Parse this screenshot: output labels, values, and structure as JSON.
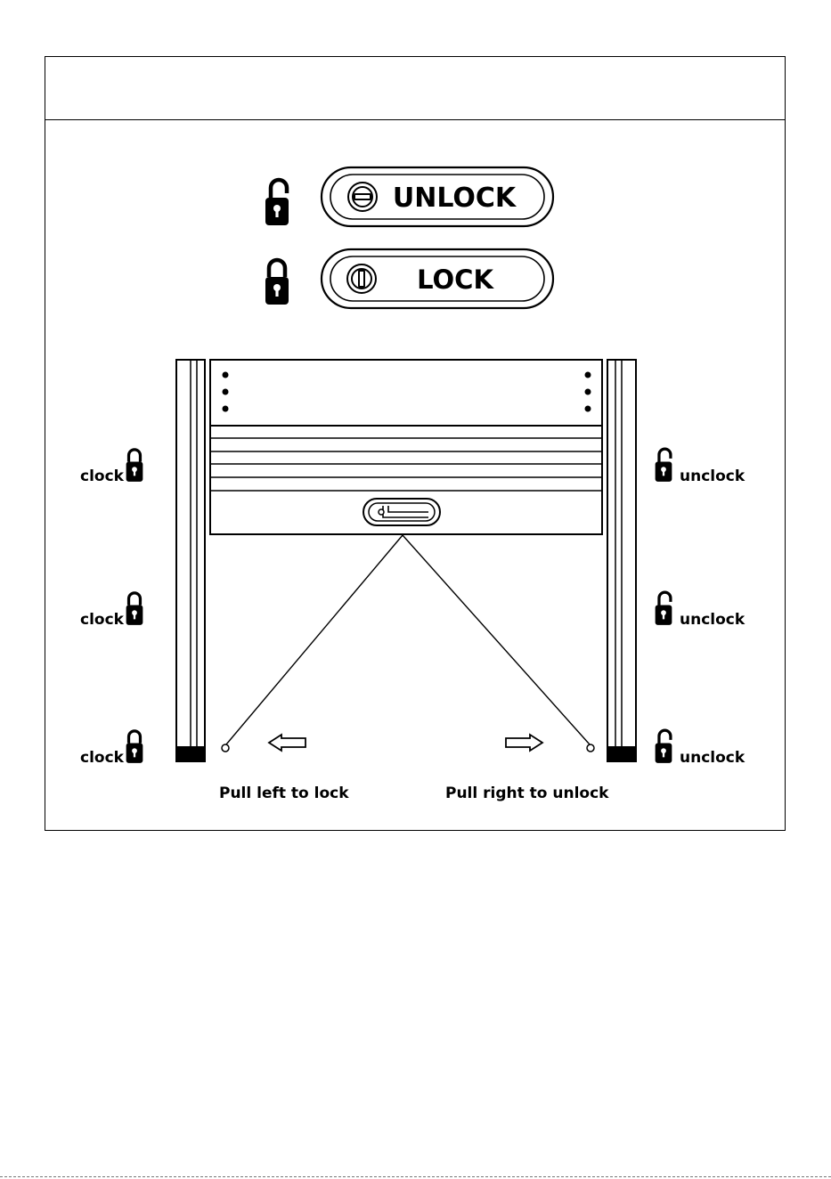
{
  "buttons": {
    "unlock_label": "UNLOCK",
    "lock_label": "LOCK"
  },
  "side_labels": {
    "left": [
      "clock",
      "clock",
      "clock"
    ],
    "right": [
      "unclock",
      "unclock",
      "unclock"
    ]
  },
  "instructions": {
    "left": "Pull left to lock",
    "right": "Pull right to unlock"
  },
  "icons": {
    "unlocked": "padlock-open-icon",
    "locked": "padlock-closed-icon",
    "keyhole": "keyhole-icon",
    "arrow_left": "arrow-left-icon",
    "arrow_right": "arrow-right-icon"
  }
}
